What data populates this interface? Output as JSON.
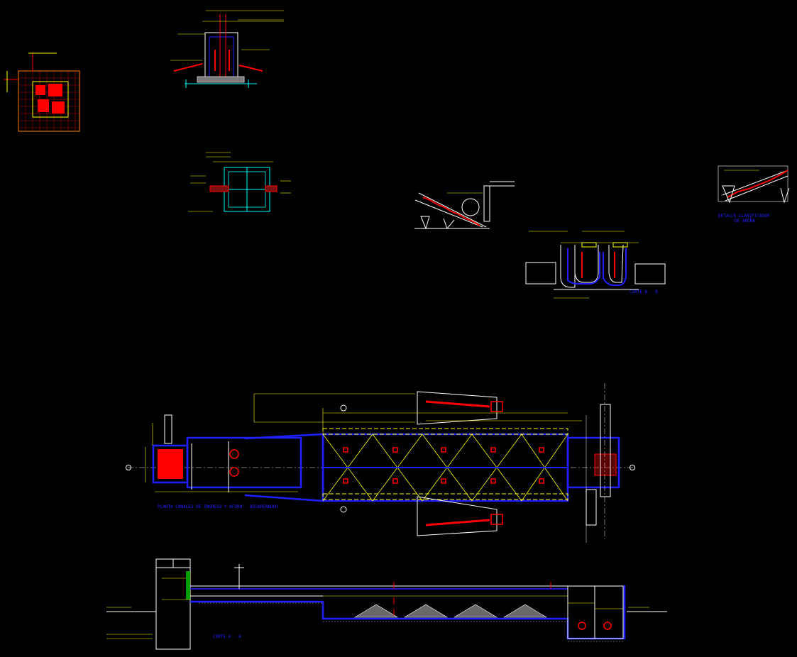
{
  "drawing": {
    "background": "#000000",
    "colors": {
      "yellow": "#ffff00",
      "red": "#ff0000",
      "blue": "#2020ff",
      "cyan": "#00ffff",
      "white": "#ffffff",
      "grey": "#bdbdbd",
      "orange": "#ff8000"
    }
  },
  "labels": {
    "planta": "PLANTA CANALES DE INGRESO Y AFORO - DESARENADOR",
    "corte_aa": "CORTE A - A",
    "corte_bb": "CORTE B - B",
    "detalle_1": "DETALLE CLARIFICADOR",
    "detalle_2": "DE ARENA"
  }
}
